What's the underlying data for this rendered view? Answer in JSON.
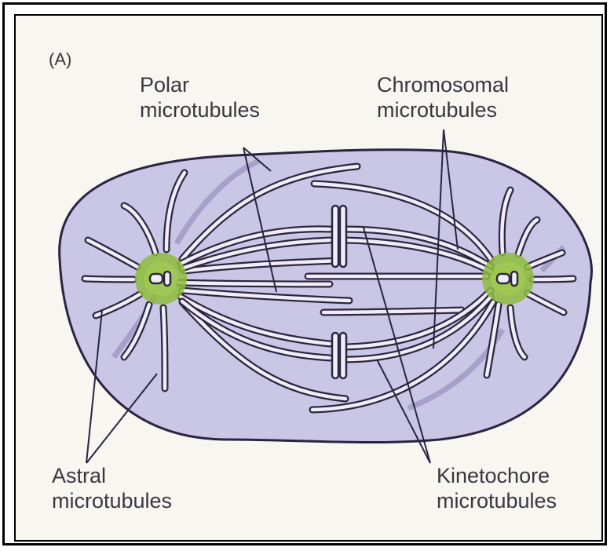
{
  "labels": {
    "panel": "(A)",
    "polar": "Polar\nmicrotubules",
    "chromosomal": "Chromosomal\nmicrotubules",
    "astral": "Astral\nmicrotubules",
    "kinetochore": "Kinetochore\nmicrotubules"
  },
  "colors": {
    "cell_fill": "#c9c6e6",
    "cell_stroke": "#2a2440",
    "centrosome": "#8dbb3c",
    "fiber_fill": "#efedf8",
    "fiber_stroke": "#2d2640",
    "background": "#f7f6f1"
  }
}
